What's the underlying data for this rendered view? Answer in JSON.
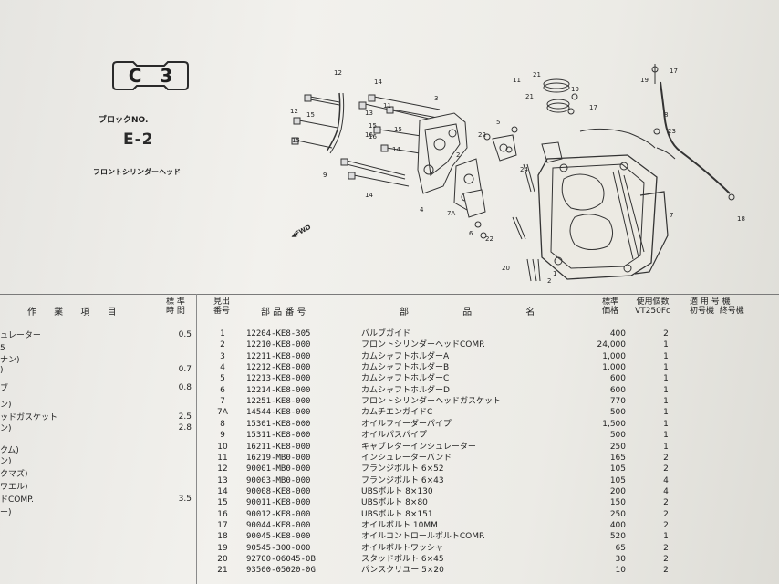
{
  "header": {
    "section_code_letter": "C",
    "section_code_number": "3",
    "block_no_label": "ブロックNO.",
    "block_no_value": "E-2",
    "section_name": "フロントシリンダーヘッド",
    "fwd_label": "FWD"
  },
  "diagram_callouts": [
    "12",
    "14",
    "15",
    "13",
    "11",
    "12",
    "15",
    "16",
    "9",
    "14",
    "3",
    "5",
    "22",
    "24",
    "2",
    "7A",
    "4",
    "6",
    "22",
    "21",
    "11",
    "21",
    "19",
    "17",
    "17",
    "19",
    "8",
    "23",
    "18",
    "7",
    "1",
    "20",
    "2",
    "16",
    "15",
    "14",
    "15"
  ],
  "table_headers": {
    "op_item": "作 業 項 目",
    "op_time_top": "標 準",
    "op_time_bottom": "時 間",
    "ref_top": "見出",
    "ref_bottom": "番号",
    "part_no": "部 品 番 号",
    "part_name": "部 品 名",
    "price_top": "標準",
    "price_bottom": "価格",
    "qty_top": "使用個数",
    "qty_bottom": "VT250Fc",
    "model_top": "適 用 号 機",
    "model_first": "初号機",
    "model_last": "終号機"
  },
  "operations": [
    {
      "name": "ュレーター",
      "time": "0.5"
    },
    {
      "name": "5",
      "time": ""
    },
    {
      "name": "ナン)",
      "time": ""
    },
    {
      "name": ")",
      "time": "0.7"
    },
    {
      "name": "ブ",
      "time": "0.8"
    },
    {
      "name": "ン)",
      "time": ""
    },
    {
      "name": "ッドガスケット",
      "time": "2.5"
    },
    {
      "name": "ン)",
      "time": "2.8"
    },
    {
      "name": "クム)",
      "time": ""
    },
    {
      "name": "ン)",
      "time": ""
    },
    {
      "name": "クマズ)",
      "time": ""
    },
    {
      "name": "ワエル)",
      "time": ""
    },
    {
      "name": "ドCOMP.",
      "time": "3.5"
    },
    {
      "name": "ー)",
      "time": ""
    }
  ],
  "parts": [
    {
      "ref": "1",
      "part_no": "12204-KE8-305",
      "name": "バルブガイド",
      "price": "400",
      "qty": "2"
    },
    {
      "ref": "2",
      "part_no": "12210-KE8-000",
      "name": "フロントシリンダーヘッドCOMP.",
      "price": "24,000",
      "qty": "1"
    },
    {
      "ref": "3",
      "part_no": "12211-KE8-000",
      "name": "カムシャフトホルダーA",
      "price": "1,000",
      "qty": "1"
    },
    {
      "ref": "4",
      "part_no": "12212-KE8-000",
      "name": "カムシャフトホルダーB",
      "price": "1,000",
      "qty": "1"
    },
    {
      "ref": "5",
      "part_no": "12213-KE8-000",
      "name": "カムシャフトホルダーC",
      "price": "600",
      "qty": "1"
    },
    {
      "ref": "6",
      "part_no": "12214-KE8-000",
      "name": "カムシャフトホルダーD",
      "price": "600",
      "qty": "1"
    },
    {
      "ref": "7",
      "part_no": "12251-KE8-000",
      "name": "フロントシリンダーヘッドガスケット",
      "price": "770",
      "qty": "1"
    },
    {
      "ref": "7A",
      "part_no": "14544-KE8-000",
      "name": "カムチエンガイドC",
      "price": "500",
      "qty": "1"
    },
    {
      "ref": "8",
      "part_no": "15301-KE8-000",
      "name": "オイルフイーダーパイプ",
      "price": "1,500",
      "qty": "1"
    },
    {
      "ref": "9",
      "part_no": "15311-KE8-000",
      "name": "オイルパスパイプ",
      "price": "500",
      "qty": "1"
    },
    {
      "ref": "10",
      "part_no": "16211-KE8-000",
      "name": "キャブレターインシュレーター",
      "price": "250",
      "qty": "1"
    },
    {
      "ref": "11",
      "part_no": "16219-MB0-000",
      "name": "インシュレーターバンド",
      "price": "165",
      "qty": "2"
    },
    {
      "ref": "12",
      "part_no": "90001-MB0-000",
      "name": "フランジボルト 6×52",
      "price": "105",
      "qty": "2"
    },
    {
      "ref": "13",
      "part_no": "90003-MB0-000",
      "name": "フランジボルト 6×43",
      "price": "105",
      "qty": "4"
    },
    {
      "ref": "14",
      "part_no": "90008-KE8-000",
      "name": "UBSボルト 8×130",
      "price": "200",
      "qty": "4"
    },
    {
      "ref": "15",
      "part_no": "90011-KE8-000",
      "name": "UBSボルト 8×80",
      "price": "150",
      "qty": "2"
    },
    {
      "ref": "16",
      "part_no": "90012-KE8-000",
      "name": "UBSボルト 8×151",
      "price": "250",
      "qty": "2"
    },
    {
      "ref": "17",
      "part_no": "90044-KE8-000",
      "name": "オイルボルト 10MM",
      "price": "400",
      "qty": "2"
    },
    {
      "ref": "18",
      "part_no": "90045-KE8-000",
      "name": "オイルコントロールボルトCOMP.",
      "price": "520",
      "qty": "1"
    },
    {
      "ref": "19",
      "part_no": "90545-300-000",
      "name": "オイルボルトワッシャー",
      "price": "65",
      "qty": "2"
    },
    {
      "ref": "20",
      "part_no": "92700-06045-0B",
      "name": "スタッドボルト 6×45",
      "price": "30",
      "qty": "2"
    },
    {
      "ref": "21",
      "part_no": "93500-05020-0G",
      "name": "パンスクリユー 5×20",
      "price": "10",
      "qty": "2"
    }
  ]
}
